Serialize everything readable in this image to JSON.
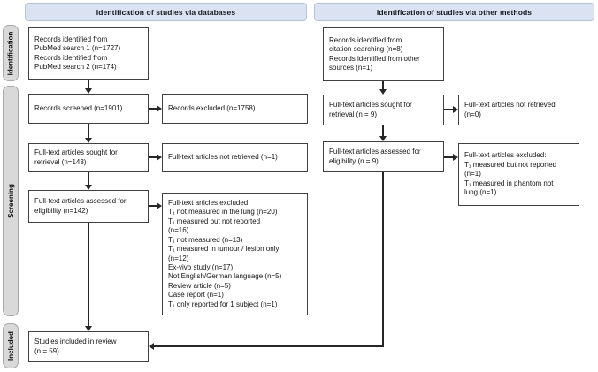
{
  "headers": {
    "databases": "Identification of studies via databases",
    "other_methods": "Identification of studies via other methods"
  },
  "sidebar": {
    "identification": "Identification",
    "screening": "Screening",
    "included": "Included"
  },
  "boxes": {
    "db_identified": {
      "lines": [
        "Records identified from",
        "PubMed search 1 (n=1727)",
        "Records identified from",
        "PubMed search 2 (n=174)"
      ]
    },
    "db_screened": {
      "lines": [
        "Records screened (n=1901)"
      ]
    },
    "db_excluded": {
      "lines": [
        "Records excluded (n=1758)"
      ]
    },
    "db_sought": {
      "lines": [
        "Full-text articles sought for",
        "retrieval (n=143)"
      ]
    },
    "db_not_retrieved": {
      "lines": [
        "Full-text articles not retrieved (n=1)"
      ]
    },
    "db_assessed": {
      "lines": [
        "Full-text articles assessed for",
        "eligibility (n=142)"
      ]
    },
    "db_ft_excluded": {
      "lines": [
        "Full-text articles excluded:",
        "T₁ not measured in the lung (n=20)",
        "T₁ measured but not reported",
        "(n=16)",
        "T₁ not measured (n=13)",
        "T₁ measured in tumour / lesion only",
        "(n=12)",
        "Ex-vivo study (n=17)",
        "Not English/German language (n=5)",
        "Review article (n=5)",
        "Case report (n=1)",
        "T₁ only reported for 1 subject (n=1)"
      ]
    },
    "included": {
      "lines": [
        "Studies included in review",
        "(n = 59)"
      ]
    },
    "om_identified": {
      "lines": [
        "Records identified from",
        "citation searching (n=8)",
        "Records identified from other",
        "sources (n=1)"
      ]
    },
    "om_sought": {
      "lines": [
        "Full-text articles sought for",
        "retrieval (n = 9)"
      ]
    },
    "om_not_retrieved": {
      "lines": [
        "Full-text articles not retrieved",
        "(n=0)"
      ]
    },
    "om_assessed": {
      "lines": [
        "Full-text articles assessed for",
        "eligibility (n = 9)"
      ]
    },
    "om_ft_excluded": {
      "lines": [
        "Full-text articles excluded:",
        "T₁ measured but not reported",
        "(n=1)",
        "T₁ measured in phantom not",
        "lung (n=1)"
      ]
    }
  },
  "colors": {
    "header_fill": "#dbe3f3",
    "header_border": "#b7c3de",
    "sidebar_fill": "#d9d9d9",
    "sidebar_border": "#a8a8a8",
    "box_border": "#404040",
    "arrow": "#262626"
  }
}
